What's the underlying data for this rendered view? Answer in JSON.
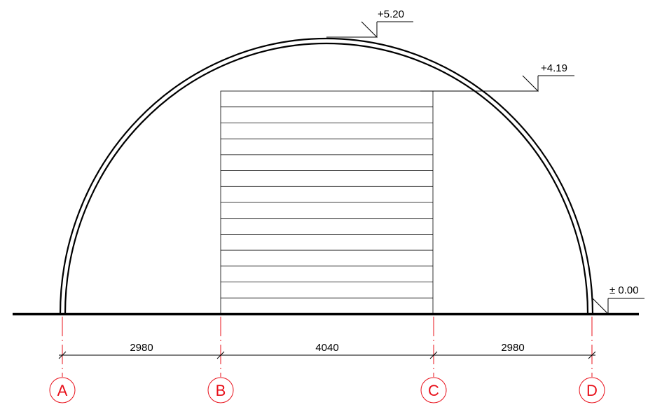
{
  "drawing": {
    "elevations": {
      "top": "+5.20",
      "door_top": "+4.19",
      "ground": "± 0.00"
    },
    "dimensions": {
      "a_b": "2980",
      "b_c": "4040",
      "c_d": "2980"
    },
    "axes": [
      "A",
      "B",
      "C",
      "D"
    ],
    "colors": {
      "line": "#000000",
      "axis": "#e8101a"
    }
  }
}
